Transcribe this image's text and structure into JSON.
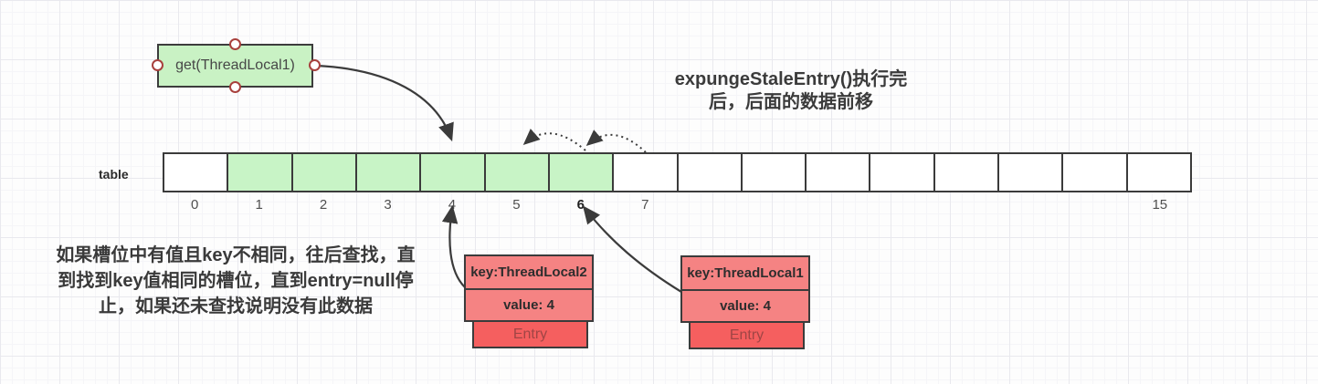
{
  "get_box": {
    "label": "get(ThreadLocal1)",
    "fill": "#c9f2c4"
  },
  "heading": {
    "line1": "expungeStaleEntry()执行完",
    "line2": "后，后面的数据前移"
  },
  "note": {
    "line1": "如果槽位中有值且key不相同，往后查找，直",
    "line2": "到找到key值相同的槽位，直到entry=null停",
    "line3": "止，如果还未查找说明没有此数据"
  },
  "table": {
    "label": "table",
    "cell_count": 16,
    "green_cells": [
      1,
      2,
      3,
      4,
      5,
      6
    ],
    "indices": [
      "0",
      "1",
      "2",
      "3",
      "4",
      "5",
      "6",
      "7",
      "",
      "",
      "",
      "",
      "",
      "",
      "",
      "15"
    ],
    "bold_index": "6",
    "green_color": "#c8f4c6",
    "empty_color": "#ffffff"
  },
  "entries": [
    {
      "key": "key:ThreadLocal2",
      "value": "value: 4",
      "label": "Entry"
    },
    {
      "key": "key:ThreadLocal1",
      "value": "value: 4",
      "label": "Entry"
    }
  ],
  "colors": {
    "stroke": "#3b3b3b",
    "entry_fill": "#f58383",
    "entry_tag_fill": "#f55f5f",
    "entry_tag_text": "#a04545",
    "handle_ring": "#a8403d"
  },
  "arrows": {
    "get_to_slot4": "solid, from get-box right handle to top of slot 4",
    "entry2_to_slot4": "solid, from key:ThreadLocal2 box to bottom of slot 4",
    "entry1_to_slot6": "solid, from key:ThreadLocal1 box to bottom of slot 6",
    "shift_7_to_6": "dotted arc above slots, slot 7 to slot 6",
    "shift_6_to_5": "dotted arc above slots, slot 6 to slot 5"
  }
}
